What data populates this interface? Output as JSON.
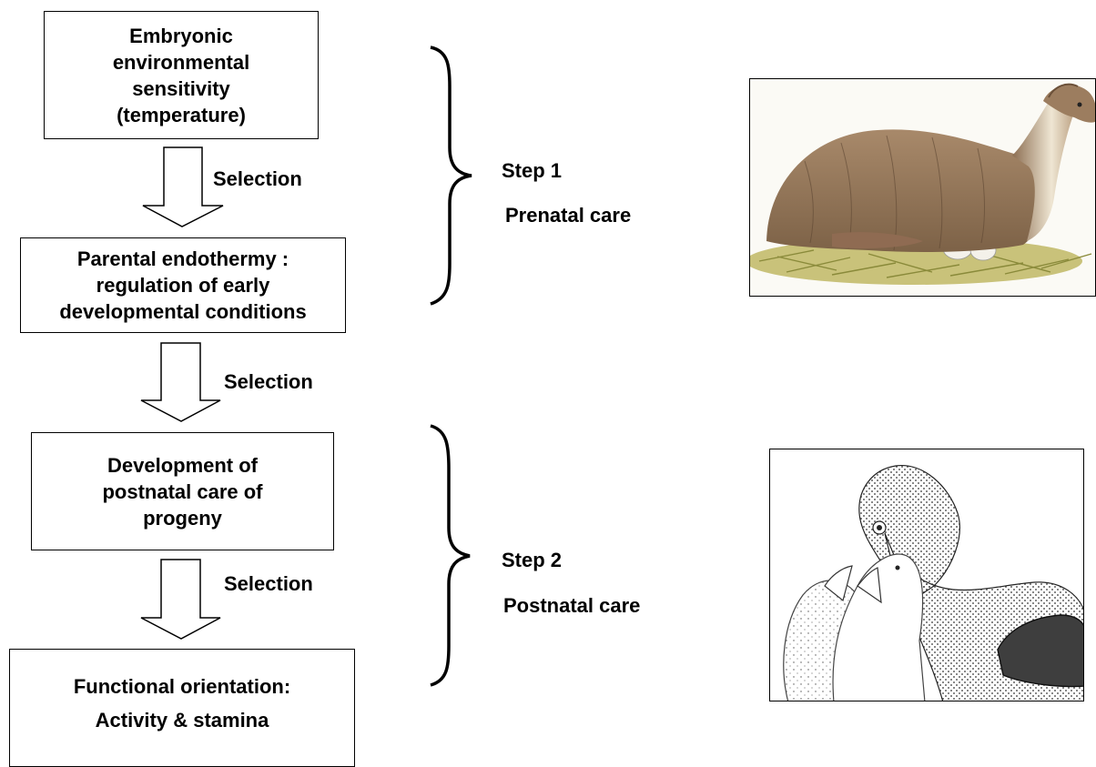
{
  "flow": {
    "box1": [
      "Embryonic",
      "environmental",
      "sensitivity",
      "(temperature)"
    ],
    "box2": [
      "Parental endothermy :",
      "regulation of early",
      "developmental conditions"
    ],
    "box3": [
      "Development of",
      "postnatal care of",
      "progeny"
    ],
    "box4": [
      "Functional orientation:",
      "Activity & stamina"
    ],
    "arrows": [
      "Selection",
      "Selection",
      "Selection"
    ]
  },
  "steps": [
    {
      "step": "Step 1",
      "label": "Prenatal care",
      "image": "brooding-dinosaur-on-nest-illustration"
    },
    {
      "step": "Step 2",
      "label": "Postnatal care",
      "image": "parent-feeding-chicks-stipple-drawing"
    }
  ]
}
